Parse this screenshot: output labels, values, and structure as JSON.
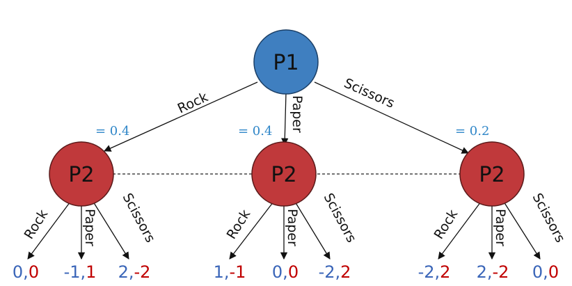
{
  "nodes": {
    "root": {
      "label": "P1",
      "color": "#3f7fc0"
    },
    "p2_rock": {
      "label": "P2",
      "color": "#c0393b"
    },
    "p2_paper": {
      "label": "P2",
      "color": "#c0393b"
    },
    "p2_scissors": {
      "label": "P2",
      "color": "#c0393b"
    }
  },
  "p1_edges": {
    "rock": "Rock",
    "paper": "Paper",
    "scissors": "Scissors"
  },
  "probabilities": {
    "rock": "= 0.4",
    "paper": "= 0.4",
    "scissors": "= 0.2"
  },
  "p2_edges": {
    "rock": "Rock",
    "paper": "Paper",
    "scissors": "Scissors"
  },
  "payoffs": [
    {
      "p1": "0",
      "p2": "0"
    },
    {
      "p1": "-1",
      "p2": "1"
    },
    {
      "p1": "2",
      "p2": "-2"
    },
    {
      "p1": "1",
      "p2": "-1"
    },
    {
      "p1": "0",
      "p2": "0"
    },
    {
      "p1": "-2",
      "p2": "2"
    },
    {
      "p1": "-2",
      "p2": "2"
    },
    {
      "p1": "2",
      "p2": "-2"
    },
    {
      "p1": "0",
      "p2": "0"
    }
  ],
  "colors": {
    "p1_payoff": "#3a65b8",
    "p2_payoff": "#c00000",
    "probability": "#2f86c8"
  }
}
